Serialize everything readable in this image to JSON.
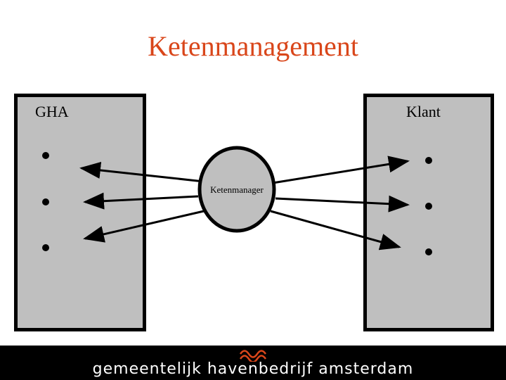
{
  "slide": {
    "title": "Ketenmanagement",
    "title_color": "#d9461a"
  },
  "diagram": {
    "left_party": "GHA",
    "right_party": "Klant",
    "center_node": "Ketenmanager",
    "panel_color": "#bfbfbf",
    "left_bullets": 3,
    "right_bullets": 3
  },
  "footer": {
    "organisation": "gemeentelijk havenbedrijf amsterdam",
    "logo": "sva-wave-logo",
    "logo_color": "#d9461a"
  }
}
